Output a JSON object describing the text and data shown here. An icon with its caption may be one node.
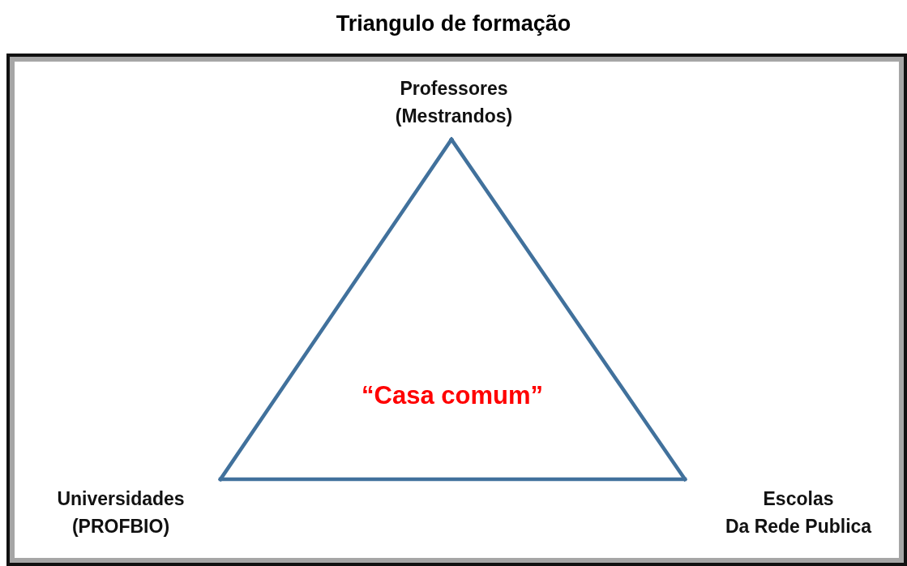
{
  "diagram": {
    "title": "Triangulo de formação",
    "nodes": [
      {
        "text": [
          "Professores (Mestrandos)"
        ]
      },
      {
        "text": [
          "Universidades (PROFBIO)"
        ]
      },
      {
        "text": [
          "Escolas Da Rede Publica"
        ]
      }
    ],
    "edges": [
      {
        "from": 0,
        "to": 1,
        "arrow": "none"
      },
      {
        "from": 1,
        "to": 2,
        "arrow": "none"
      },
      {
        "from": 2,
        "to": 0,
        "arrow": "none"
      }
    ],
    "labels": [
      "“Casa comum”"
    ]
  }
}
